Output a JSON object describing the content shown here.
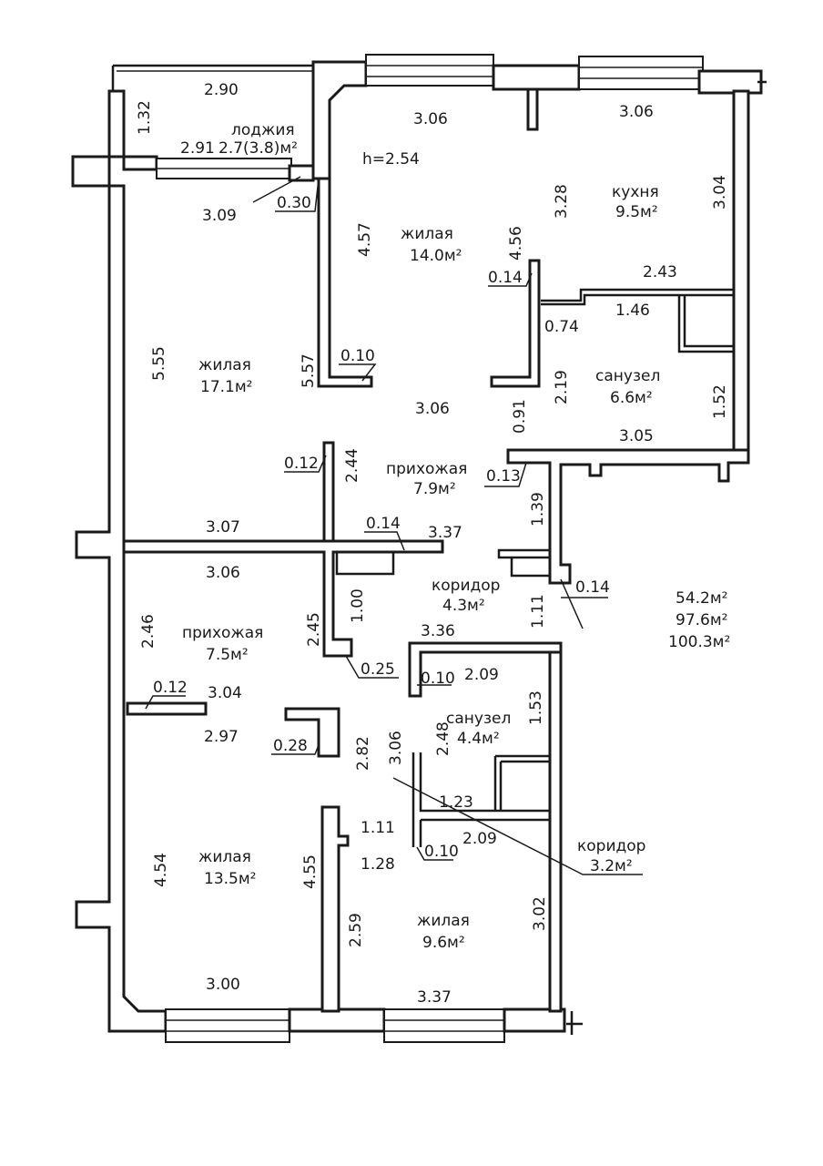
{
  "plan": {
    "height": "h=2.54",
    "total": {
      "a": "54.2м²",
      "b": "97.6м²",
      "c": "100.3м²"
    },
    "rooms": {
      "loggia": {
        "name": "лоджия",
        "area": "2.7(3.8)м²"
      },
      "living1": {
        "name": "жилая",
        "area": "14.0м²"
      },
      "kitchen": {
        "name": "кухня",
        "area": "9.5м²"
      },
      "living2": {
        "name": "жилая",
        "area": "17.1м²"
      },
      "bath1": {
        "name": "санузел",
        "area": "6.6м²"
      },
      "hall1": {
        "name": "прихожая",
        "area": "7.9м²"
      },
      "corridor1": {
        "name": "коридор",
        "area": "4.3м²"
      },
      "hall2": {
        "name": "прихожая",
        "area": "7.5м²"
      },
      "bath2": {
        "name": "санузел",
        "area": "4.4м²"
      },
      "corridor2": {
        "name": "коридор",
        "area": "3.2м²"
      },
      "living3": {
        "name": "жилая",
        "area": "13.5м²"
      },
      "living4": {
        "name": "жилая",
        "area": "9.6м²"
      }
    },
    "dims": {
      "d290": "2.90",
      "d132": "1.32",
      "d291": "2.91",
      "d309": "3.09",
      "d030": "0.30",
      "d306a": "3.06",
      "d306b": "3.06",
      "d457": "4.57",
      "d456": "4.56",
      "d328": "3.28",
      "d304": "3.04",
      "d014a": "0.14",
      "d243": "2.43",
      "d146": "1.46",
      "d074": "0.74",
      "d555": "5.55",
      "d557": "5.57",
      "d010a": "0.10",
      "d219": "2.19",
      "d306c": "3.06",
      "d091": "0.91",
      "d152": "1.52",
      "d305": "3.05",
      "d012a": "0.12",
      "d244": "2.44",
      "d013": "0.13",
      "d139": "1.39",
      "d307": "3.07",
      "d014b": "0.14",
      "d337a": "3.37",
      "d306d": "3.06",
      "d100": "1.00",
      "d014c": "0.14",
      "d111a": "1.11",
      "d246": "2.46",
      "d245": "2.45",
      "d336": "3.36",
      "d025": "0.25",
      "d010b": "0.10",
      "d209a": "2.09",
      "d012b": "0.12",
      "d304b": "3.04",
      "d153": "1.53",
      "d297": "2.97",
      "d248": "2.48",
      "d028": "0.28",
      "d282": "2.82",
      "d306e": "3.06",
      "d123": "1.23",
      "d111b": "1.11",
      "d209b": "2.09",
      "d010c": "0.10",
      "d128": "1.28",
      "d454": "4.54",
      "d455": "4.55",
      "d259": "2.59",
      "d302": "3.02",
      "d300": "3.00",
      "d337b": "3.37"
    }
  }
}
